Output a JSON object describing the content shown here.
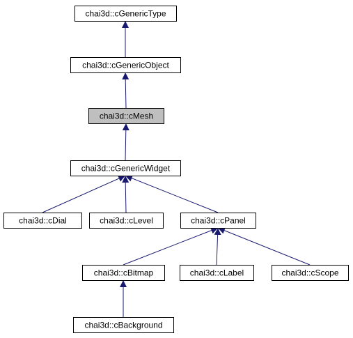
{
  "diagram": {
    "colors": {
      "edge": "#191970",
      "node_border": "#000000",
      "node_fill": "#ffffff",
      "highlight_fill": "#bfbfbf",
      "text": "#000000"
    },
    "nodes": [
      {
        "id": "generic-type",
        "label": "chai3d::cGenericType",
        "highlighted": false
      },
      {
        "id": "generic-object",
        "label": "chai3d::cGenericObject",
        "highlighted": false
      },
      {
        "id": "mesh",
        "label": "chai3d::cMesh",
        "highlighted": true
      },
      {
        "id": "generic-widget",
        "label": "chai3d::cGenericWidget",
        "highlighted": false
      },
      {
        "id": "dial",
        "label": "chai3d::cDial",
        "highlighted": false
      },
      {
        "id": "level",
        "label": "chai3d::cLevel",
        "highlighted": false
      },
      {
        "id": "panel",
        "label": "chai3d::cPanel",
        "highlighted": false
      },
      {
        "id": "bitmap",
        "label": "chai3d::cBitmap",
        "highlighted": false
      },
      {
        "id": "label",
        "label": "chai3d::cLabel",
        "highlighted": false
      },
      {
        "id": "scope",
        "label": "chai3d::cScope",
        "highlighted": false
      },
      {
        "id": "background",
        "label": "chai3d::cBackground",
        "highlighted": false
      }
    ],
    "edges": [
      {
        "from": "generic-object",
        "to": "generic-type"
      },
      {
        "from": "mesh",
        "to": "generic-object"
      },
      {
        "from": "generic-widget",
        "to": "mesh"
      },
      {
        "from": "dial",
        "to": "generic-widget"
      },
      {
        "from": "level",
        "to": "generic-widget"
      },
      {
        "from": "panel",
        "to": "generic-widget"
      },
      {
        "from": "bitmap",
        "to": "panel"
      },
      {
        "from": "label",
        "to": "panel"
      },
      {
        "from": "scope",
        "to": "panel"
      },
      {
        "from": "background",
        "to": "bitmap"
      }
    ]
  }
}
